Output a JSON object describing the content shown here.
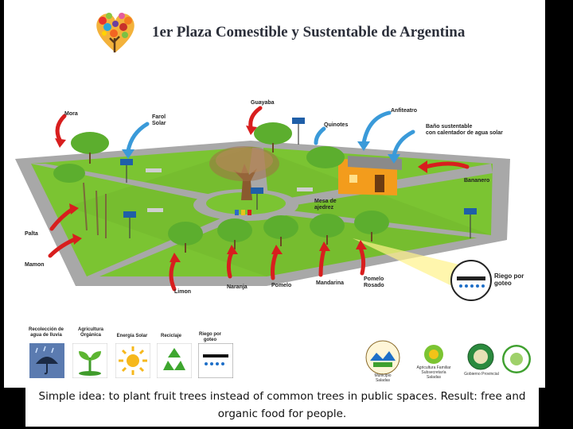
{
  "title": "1er Plaza Comestible y Sustentable de Argentina",
  "labels": {
    "mora": "Mora",
    "farol_solar": "Farol\nSolar",
    "guayaba": "Guayaba",
    "quinotes": "Quinotes",
    "anfiteatro": "Anfiteatro",
    "bano": "Baño sustentable\ncon calentador de agua solar",
    "bananero": "Bananero",
    "mesa_ajedrez": "Mesa de\najedrez",
    "palta": "Palta",
    "mamon": "Mamon",
    "limon": "Limon",
    "naranja": "Naranja",
    "pomelo": "Pomelo",
    "mandarina": "Mandarina",
    "pomelo_rosado": "Pomelo\nRosado",
    "riego_goteo": "Riego por\ngoteo"
  },
  "icons": [
    {
      "label": "Recolección de\nagua de lluvia",
      "icon": "rain-umbrella-icon"
    },
    {
      "label": "Agricultura\nOrgánica",
      "icon": "sprout-icon"
    },
    {
      "label": "Energía Solar",
      "icon": "sun-icon"
    },
    {
      "label": "Reciclaje",
      "icon": "recycle-icon"
    },
    {
      "label": "Riego por\ngoteo",
      "icon": "drip-irrigation-icon"
    }
  ],
  "sponsors": {
    "municipio_text": "Municipio\nSaladas",
    "agricultura_text": "Agricultura Familiar\nSubsecretaría\nSaladas",
    "gobierno_text": "Gobierno Provincial"
  },
  "caption": "Simple idea: to plant fruit trees instead of common trees in public spaces. Result: free and organic food for people.",
  "colors": {
    "red_arrow": "#d81e1e",
    "blue_arrow": "#3a9ad9",
    "grass": "#7bc432",
    "path": "#9a9a9a"
  }
}
